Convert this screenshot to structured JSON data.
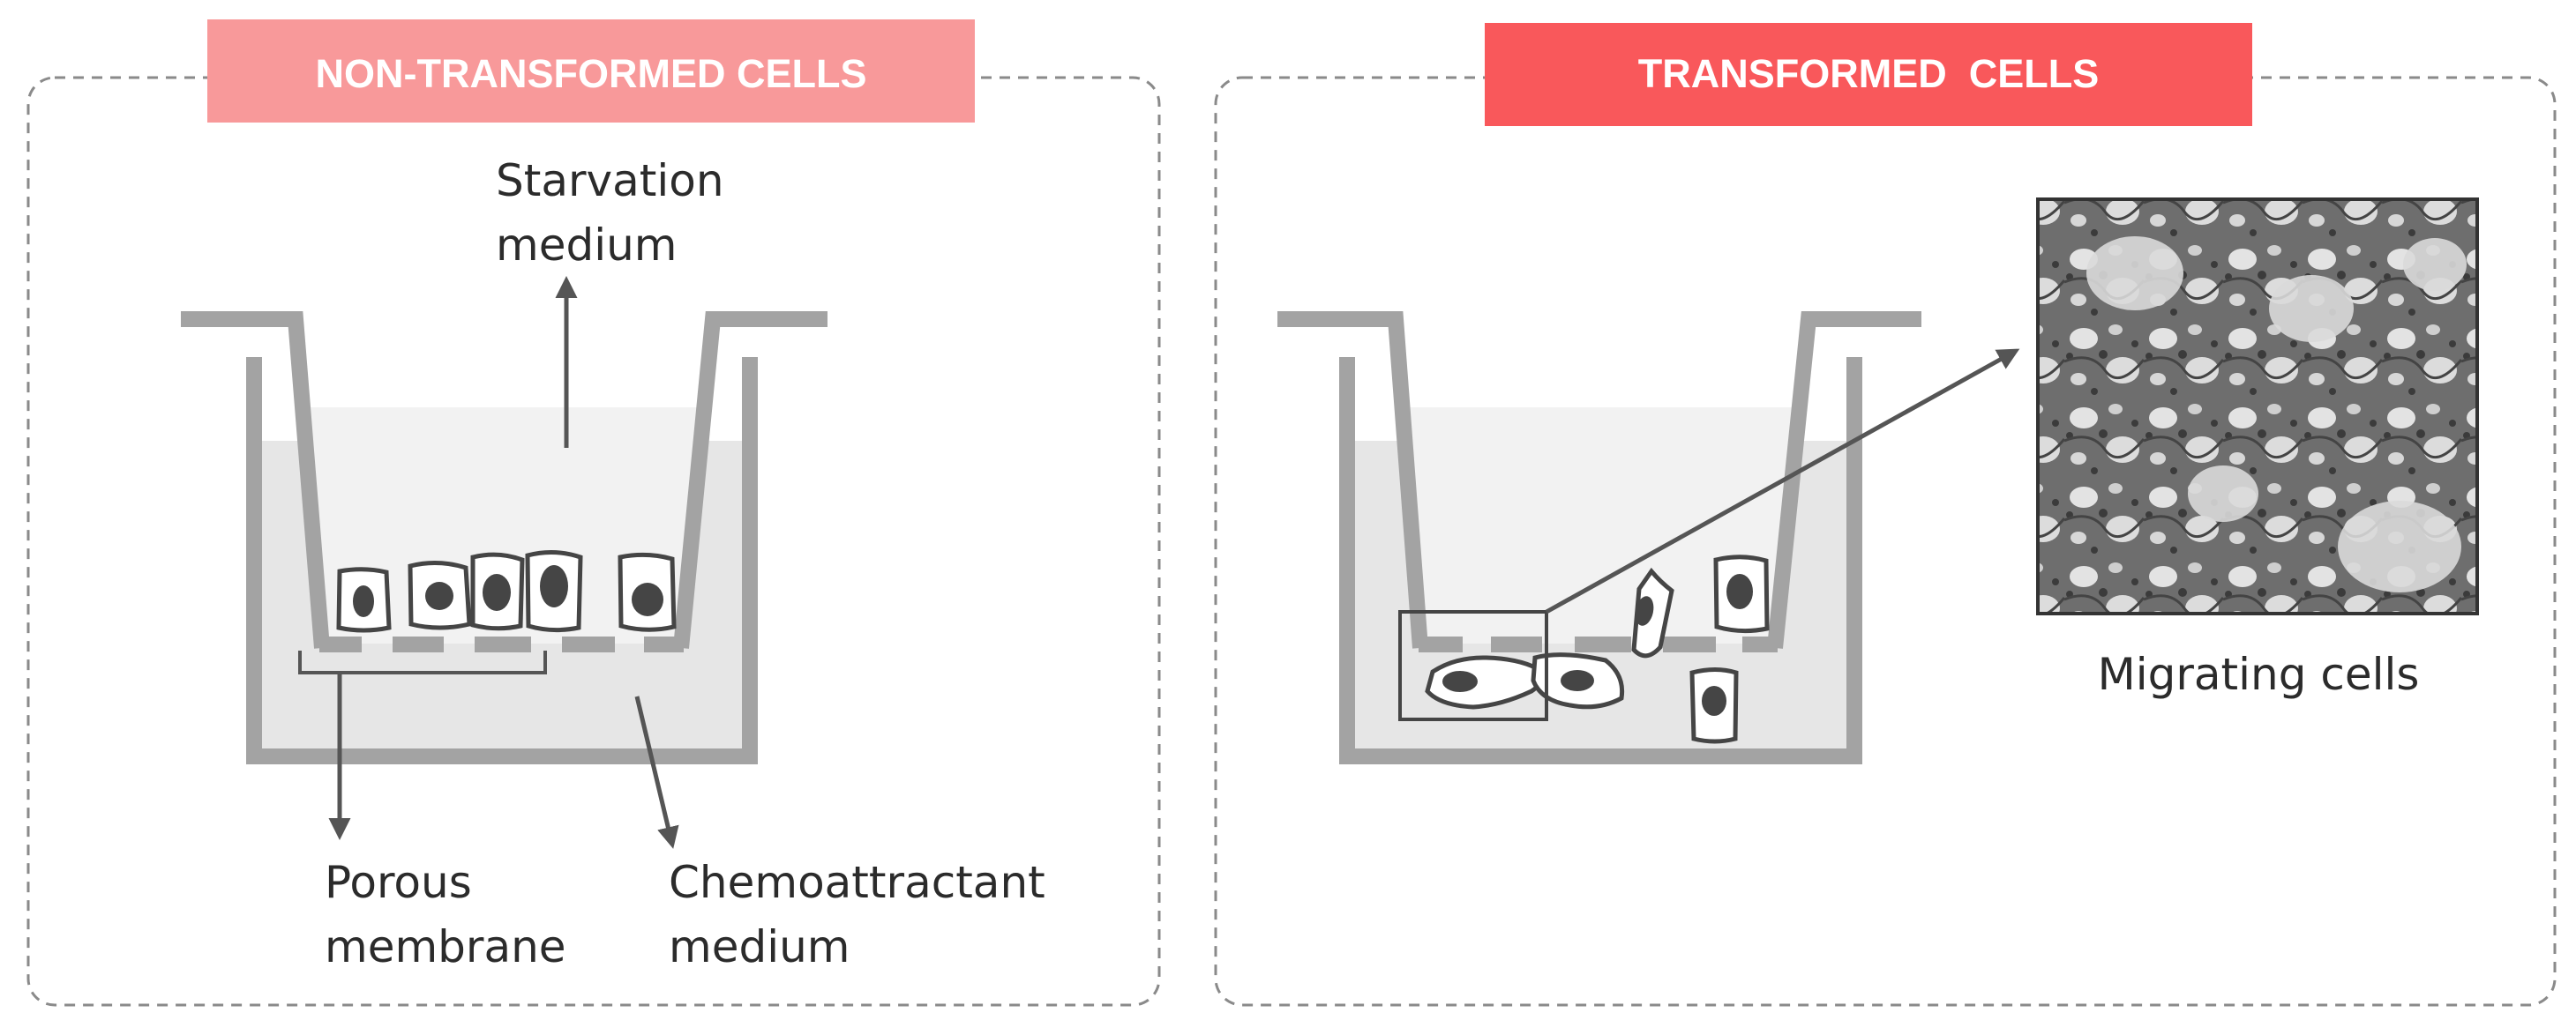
{
  "panels": {
    "left": {
      "title": "NON-TRANSFORMED CELLS",
      "title_color": "#F8999A",
      "labels": {
        "starvation": [
          "Starvation",
          "medium"
        ],
        "porous": [
          "Porous",
          "membrane"
        ],
        "chemo": [
          "Chemoattractant",
          "medium"
        ]
      }
    },
    "right": {
      "title": "TRANSFORMED  CELLS",
      "title_color": "#F9585B",
      "labels": {
        "migrating": "Migrating cells"
      }
    }
  },
  "colors": {
    "well": "#a3a3a3",
    "medium_light": "#f2f2f2",
    "medium_dark": "#e6e6e6",
    "cell_outline": "#454545",
    "nucleus": "#454545",
    "dashed_border": "#8a8a8a"
  }
}
